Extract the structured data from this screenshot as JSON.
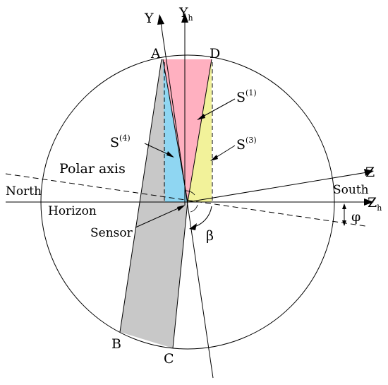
{
  "colors": {
    "s1": "#FFB0C0",
    "s3": "#F2F29A",
    "s4": "#8FD6F2",
    "band": "#C8C8C8",
    "line": "#000000"
  },
  "labels": {
    "Y": "Y",
    "Yh_main": "Y",
    "Yh_sub": "h",
    "Z": "Z",
    "Zh_main": "Z",
    "Zh_sub": "h",
    "A": "A",
    "B": "B",
    "C": "C",
    "D": "D",
    "north": "North",
    "south": "South",
    "horizon": "Horizon",
    "polar_axis": "Polar axis",
    "sensor": "Sensor",
    "beta": "β",
    "phi": "φ",
    "S1_main": "S",
    "S1_sup": "(1)",
    "S3_main": "S",
    "S3_sup": "(3)",
    "S4_main": "S",
    "S4_sup": "(4)"
  }
}
